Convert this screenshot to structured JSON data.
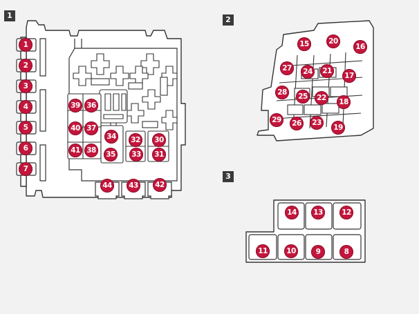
{
  "colors": {
    "background": "#f2f2f2",
    "outline": "#333333",
    "fill": "#ffffff",
    "badge": "#c4163c",
    "tag": "#3a3a3a"
  },
  "panels": [
    {
      "tag": "1",
      "fuses": [
        "1",
        "2",
        "3",
        "4",
        "5",
        "6",
        "7",
        "39",
        "36",
        "40",
        "37",
        "41",
        "38",
        "34",
        "32",
        "30",
        "35",
        "33",
        "31",
        "44",
        "43",
        "42"
      ]
    },
    {
      "tag": "2",
      "fuses": [
        "15",
        "20",
        "16",
        "27",
        "24",
        "21",
        "17",
        "28",
        "25",
        "22",
        "18",
        "29",
        "26",
        "23",
        "19"
      ]
    },
    {
      "tag": "3",
      "fuses": [
        "14",
        "13",
        "12",
        "11",
        "10",
        "9",
        "8"
      ]
    }
  ]
}
